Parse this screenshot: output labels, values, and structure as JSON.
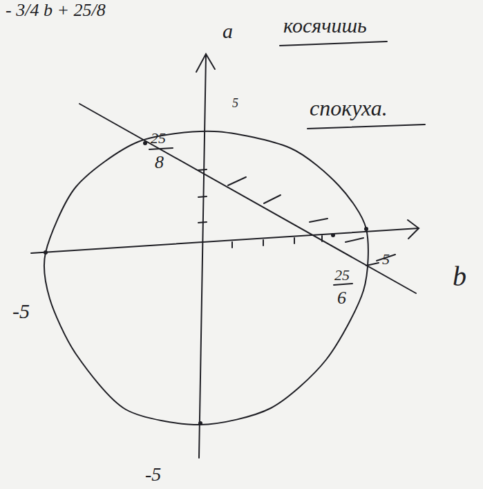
{
  "diagram": {
    "labels": [
      "- 3/4 b + 25/8",
      "a",
      "косячишь",
      "5",
      "спокуха.",
      "25",
      "8",
      "-5",
      "25",
      "6",
      "5",
      "b",
      "-5"
    ]
  }
}
